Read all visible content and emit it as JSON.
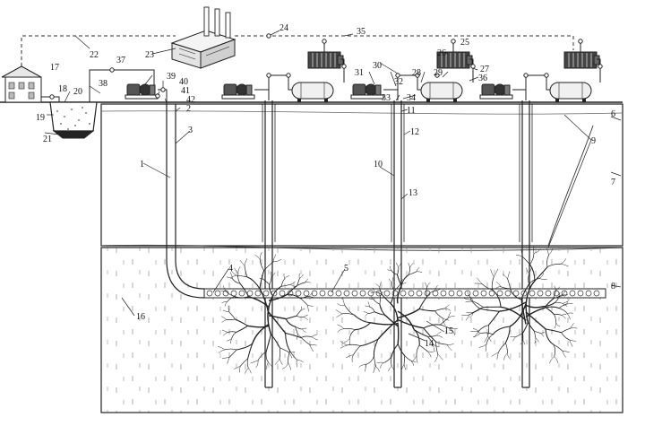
{
  "diagram": {
    "labels": [
      "1",
      "2",
      "3",
      "4",
      "5",
      "6",
      "7",
      "8",
      "9",
      "10",
      "11",
      "12",
      "13",
      "14",
      "15",
      "16",
      "17",
      "18",
      "19",
      "20",
      "21",
      "22",
      "23",
      "24",
      "25",
      "26",
      "27",
      "28",
      "29",
      "30",
      "31",
      "32",
      "33",
      "34",
      "35",
      "36",
      "37",
      "38",
      "39",
      "40",
      "41",
      "42"
    ]
  }
}
